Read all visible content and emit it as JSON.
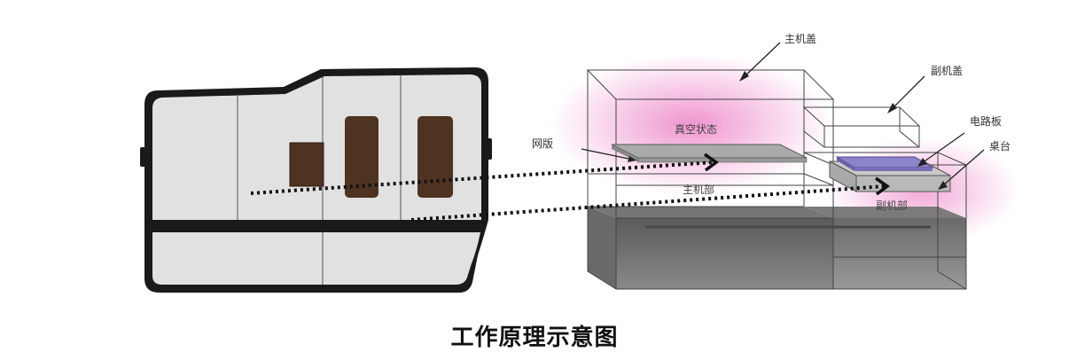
{
  "labels": {
    "main_cover": "主机盖",
    "sub_cover": "副机盖",
    "circuit_board": "电路板",
    "table": "桌台",
    "screen": "网版",
    "vacuum": "真空状态",
    "main_unit": "主机部",
    "sub_unit": "副机部"
  },
  "caption": "工作原理示意图",
  "colors": {
    "machine_outline": "#1a1a1a",
    "machine_panel": "#e2e1e1",
    "window": "#4e3322",
    "vacuum_glow": "#e23fa8",
    "board": "#8b84c8",
    "table_top": "#b9b9b9",
    "base": "#6f6d6d"
  }
}
